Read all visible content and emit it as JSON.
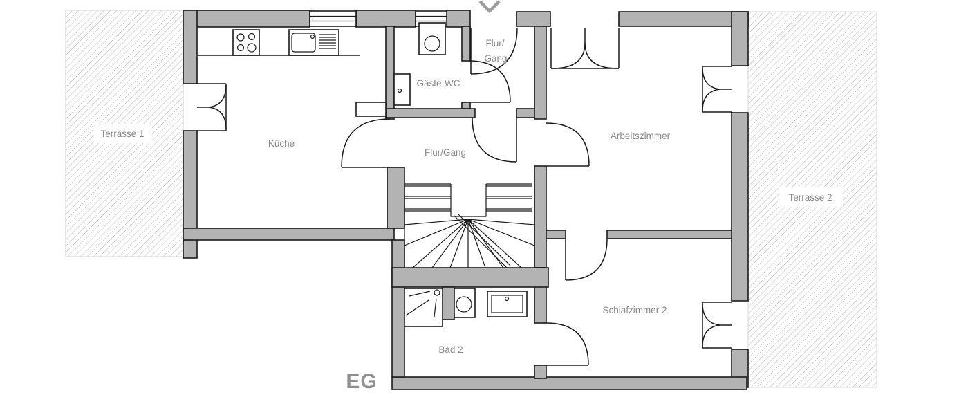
{
  "floorplan": {
    "level_label": "EG",
    "labels": {
      "terrasse_1": "Terrasse 1",
      "terrasse_2": "Terrasse 2",
      "kueche": "Küche",
      "gaeste_wc": "Gäste-WC",
      "flur_gang_oben_zeile1": "Flur/",
      "flur_gang_oben_zeile2": "Gang",
      "flur_gang_mitte": "Flur/Gang",
      "arbeitszimmer": "Arbeitszimmer",
      "schlafzimmer_2": "Schlafzimmer 2",
      "bad_2": "Bad 2"
    },
    "icons": [
      "entrance-arrow-icon",
      "stove-icon",
      "kitchen-sink-icon",
      "guest-wc-toilet-icon",
      "guest-wc-basin-icon",
      "kitchen-counter-fixture",
      "staircase-icon",
      "shower-icon",
      "bath-toilet-icon",
      "bath-sink-icon"
    ],
    "colors": {
      "wall_fill": "#b3b3b3",
      "outline": "#1a1a1a",
      "label_text": "#8a8a8a",
      "hatch_line": "#b7b7b7",
      "background": "#ffffff"
    }
  }
}
